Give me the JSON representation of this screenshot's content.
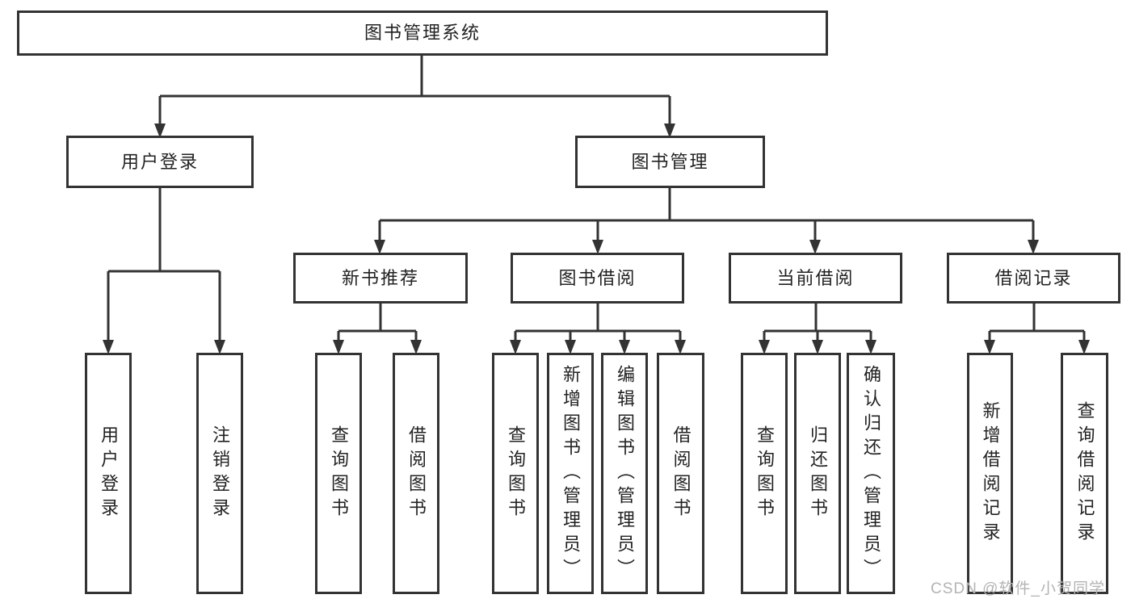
{
  "diagram": {
    "tree": {
      "label": "图书管理系统",
      "children": [
        {
          "label": "用户登录",
          "children": [
            {
              "label": "用户登录"
            },
            {
              "label": "注销登录"
            }
          ]
        },
        {
          "label": "图书管理",
          "children": [
            {
              "label": "新书推荐",
              "children": [
                {
                  "label": "查询图书"
                },
                {
                  "label": "借阅图书"
                }
              ]
            },
            {
              "label": "图书借阅",
              "children": [
                {
                  "label": "查询图书"
                },
                {
                  "label": "新增图书（管理员）"
                },
                {
                  "label": "编辑图书（管理员）"
                },
                {
                  "label": "借阅图书"
                }
              ]
            },
            {
              "label": "当前借阅",
              "children": [
                {
                  "label": "查询图书"
                },
                {
                  "label": "归还图书"
                },
                {
                  "label": "确认归还（管理员）"
                }
              ]
            },
            {
              "label": "借阅记录",
              "children": [
                {
                  "label": "新增借阅记录"
                },
                {
                  "label": "查询借阅记录"
                }
              ]
            }
          ]
        }
      ]
    }
  },
  "watermark": {
    "text": "CSDN @软件_小贺同学"
  },
  "colors": {
    "line": "#333333",
    "box_bg": "#ffffff",
    "canvas_bg": "#ffffff",
    "text": "#222222",
    "watermark": "#b3b3b3"
  }
}
